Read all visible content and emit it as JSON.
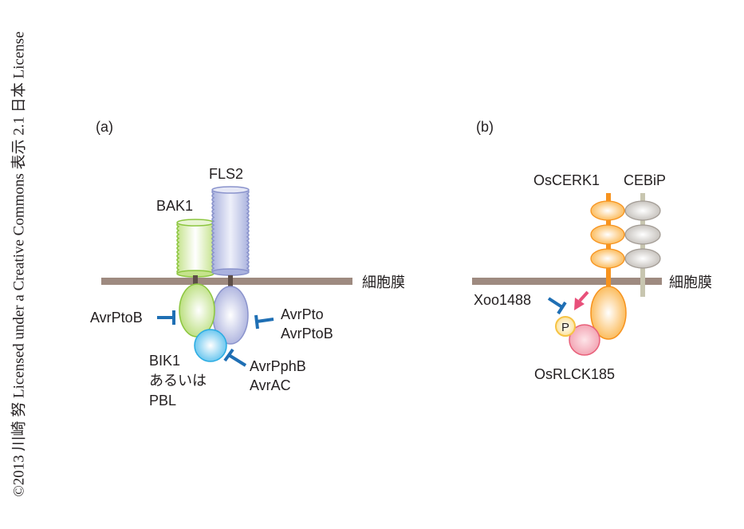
{
  "license": "©2013 川崎 努 Licensed under a Creative Commons 表示 2.1 日本 License",
  "colors": {
    "membrane": "#9e8a80",
    "stalk_dark": "#5d4e47",
    "bak1_green": "#8cc63f",
    "fls2_purple": "#8a93cc",
    "bik1_blue": "#29abe2",
    "inhibitor_blue": "#1f6fb4",
    "oscerk1_orange": "#f7931e",
    "cebip_grey": "#a39c95",
    "cebip_stalk": "#c8c6b0",
    "oslrck_pink": "#e8607a",
    "arrow_pink": "#e8507a",
    "phospho_yellow": "#f6c344"
  },
  "panel_a": {
    "label": "(a)",
    "membrane_label": "細胞膜",
    "receptors": {
      "bak1": "BAK1",
      "fls2": "FLS2"
    },
    "cytoplasmic": {
      "bik1_line1": "BIK1",
      "bik1_line2": "あるいは",
      "bik1_line3": "PBL"
    },
    "effectors": {
      "left": "AvrPtoB",
      "right_line1": "AvrPto",
      "right_line2": "AvrPtoB",
      "bottom_line1": "AvrPphB",
      "bottom_line2": "AvrAC"
    }
  },
  "panel_b": {
    "label": "(b)",
    "membrane_label": "細胞膜",
    "receptors": {
      "oscerk1": "OsCERK1",
      "cebip": "CEBiP"
    },
    "cytoplasmic": {
      "oslrck185": "OsRLCK185",
      "phospho": "P"
    },
    "effectors": {
      "xoo": "Xoo1488"
    }
  }
}
